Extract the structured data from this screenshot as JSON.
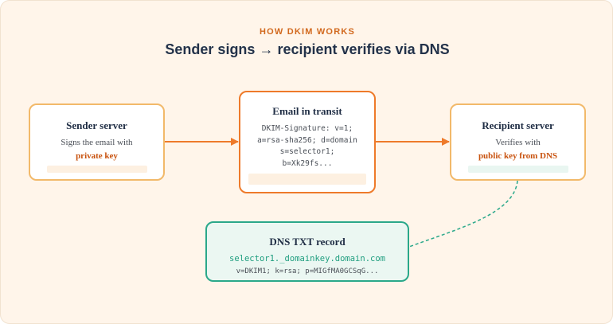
{
  "header": {
    "eyebrow": "HOW DKIM WORKS",
    "title_left": "Sender signs",
    "title_arrow": "→",
    "title_right": "recipient verifies via DNS"
  },
  "sender": {
    "name": "Sender server",
    "desc": "Signs the email with",
    "key": "private key"
  },
  "transit": {
    "name": "Email in transit",
    "lines": [
      "DKIM-Signature: v=1;",
      "a=rsa-sha256; d=domain",
      "s=selector1;",
      "b=Xk29fs..."
    ]
  },
  "recipient": {
    "name": "Recipient server",
    "desc": "Verifies with",
    "key": "public key from DNS"
  },
  "dns": {
    "name": "DNS TXT record",
    "selector": "selector1._domainkey.domain.com",
    "record": "v=DKIM1; k=rsa; p=MIGfMA0GCSqG..."
  },
  "colors": {
    "accent": "#ee7a2a",
    "box_border": "#f2b96a",
    "dns_accent": "#2aa88a",
    "background": "#fff5ea"
  }
}
